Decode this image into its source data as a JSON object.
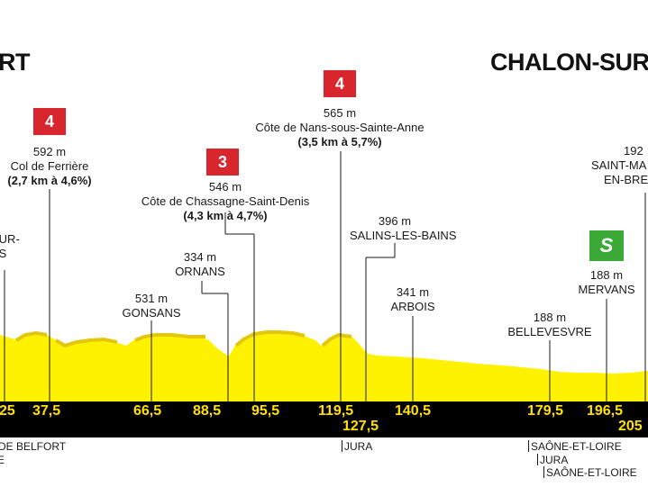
{
  "start_city": "RT",
  "finish_city": "CHALON-SUR-S",
  "climbs": [
    {
      "category": "4",
      "altitude": "592 m",
      "name": "Col de Ferrière",
      "detail": "(2,7 km à 4,6%)"
    },
    {
      "category": "3",
      "altitude": "546 m",
      "name": "Côte de Chassagne-Saint-Denis",
      "detail": "(4,3 km à 4,7%)"
    },
    {
      "category": "4",
      "altitude": "565 m",
      "name": "Côte de Nans-sous-Sainte-Anne",
      "detail": "(3,5 km à 5,7%)"
    }
  ],
  "places": {
    "left_partial_line1": "SUR-",
    "left_partial_line2": "BS",
    "gonsans_alt": "531 m",
    "gonsans": "GONSANS",
    "ornans_alt": "334 m",
    "ornans": "ORNANS",
    "salins_alt": "396 m",
    "salins": "SALINS-LES-BAINS",
    "arbois_alt": "341 m",
    "arbois": "ARBOIS",
    "bellevesvre_alt": "188 m",
    "bellevesvre": "BELLEVESVRE",
    "mervans_alt": "188 m",
    "mervans": "MERVANS",
    "stmarcel_alt": "192",
    "stmarcel_line1": "SAINT-MA",
    "stmarcel_line2": "EN-BRE"
  },
  "sprint_label": "S",
  "km_markers": [
    "25",
    "37,5",
    "66,5",
    "88,5",
    "95,5",
    "119,5",
    "127,5",
    "140,5",
    "179,5",
    "196,5",
    "205"
  ],
  "departments": {
    "belfort": "DE BELFORT",
    "belfort2": "E",
    "jura": "JURA",
    "saone1": "SAÔNE-ET-LOIRE",
    "jura2": "JURA",
    "saone2": "SAÔNE-ET-LOIRE"
  },
  "colors": {
    "terrain": "#fff200",
    "terrain_dark": "#e3c60f",
    "band": "#000000",
    "km_text": "#ffe000",
    "climb_flag": "#d8262f",
    "sprint_flag": "#3aa935"
  }
}
